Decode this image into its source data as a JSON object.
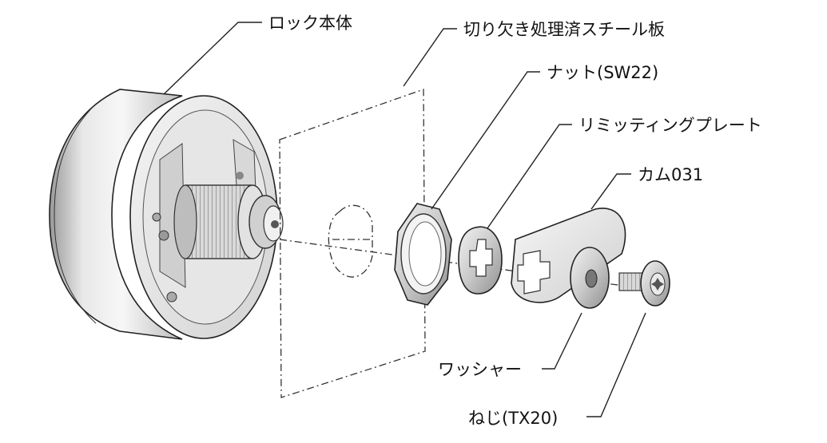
{
  "labels": {
    "lock_body": "ロック本体",
    "steel_plate": "切り欠き処理済スチール板",
    "nut": "ナット(SW22)",
    "limiting_plate": "リミッティングプレート",
    "cam": "カム031",
    "washer": "ワッシャー",
    "screw": "ねじ(TX20)"
  }
}
